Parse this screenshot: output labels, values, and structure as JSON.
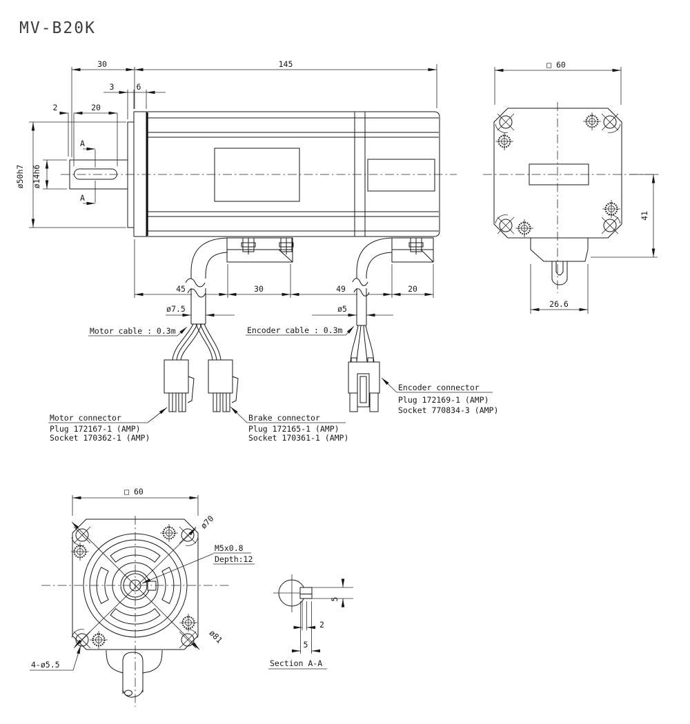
{
  "style": {
    "line_color": "#161616",
    "background": "#ffffff"
  },
  "title": "MV-B20K",
  "side_view": {
    "dim_shaft_len": "30",
    "dim_body_len": "145",
    "dim_boss": "3",
    "dim_flange": "6",
    "dim_key_offset": "2",
    "dim_key_len": "20",
    "dia_pilot": "ø50h7",
    "dia_shaft": "ø14h6",
    "section_marker_top": "A",
    "section_marker_bottom": "A",
    "dim_chain_45": "45",
    "dim_chain_30": "30",
    "dim_chain_49": "49",
    "dim_chain_20": "20",
    "motor_cable_dia": "ø7.5",
    "encoder_cable_dia": "ø5"
  },
  "callouts": {
    "motor_cable": "Motor cable : 0.3m",
    "encoder_cable": "Encoder cable : 0.3m",
    "motor_connector_title": "Motor connector",
    "motor_connector_plug": "Plug 172167-1 (AMP)",
    "motor_connector_socket": "Socket 170362-1 (AMP)",
    "brake_connector_title": "Brake connector",
    "brake_connector_plug": "Plug 172165-1 (AMP)",
    "brake_connector_socket": "Socket 170361-1 (AMP)",
    "encoder_connector_title": "Encoder connector",
    "encoder_connector_plug": "Plug 172169-1 (AMP)",
    "encoder_connector_socket": "Socket 770834-3 (AMP)"
  },
  "rear_view": {
    "dim_square": "□ 60",
    "dim_height": "41",
    "dim_boss_width": "26.6"
  },
  "front_view": {
    "dim_square": "□ 60",
    "dim_bolt_circle": "ø70",
    "tap": "M5x0.8",
    "tap_depth": "Depth:12",
    "dim_corner_circle": "ø81",
    "mount_holes": "4-ø5.5"
  },
  "section_view": {
    "dim_key_height": "5",
    "dim_key_depth": "2",
    "dim_key_width": "5",
    "label": "Section A-A"
  }
}
